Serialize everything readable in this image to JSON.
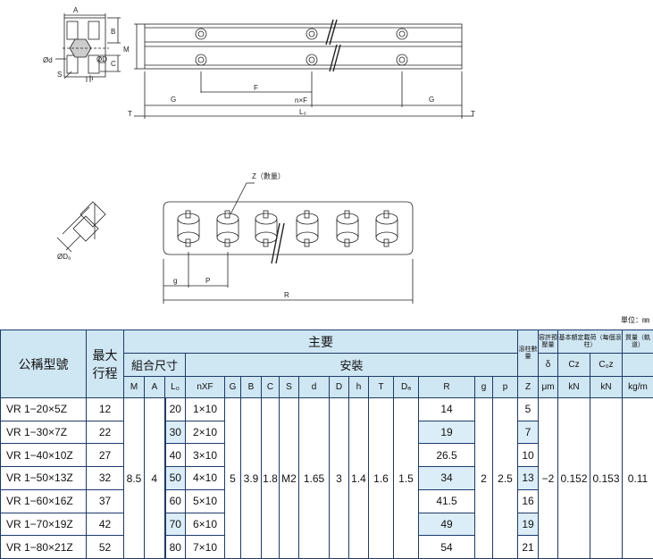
{
  "drawing": {
    "labels": {
      "A": "A",
      "B": "B",
      "C": "C",
      "M": "M",
      "d": "Ød",
      "D": "ØD",
      "S": "S",
      "h": "h",
      "G": "G",
      "F": "F",
      "nF": "n×F",
      "L0": "L₀",
      "T": "T",
      "Z": "Z（數量）",
      "Da": "ØDₐ",
      "g": "g",
      "P": "P",
      "R": "R"
    }
  },
  "unit_note": "單位：㎜",
  "table": {
    "h_model": "公稱型號",
    "h_stroke": "最大行程",
    "h_main": "主要",
    "h_assembly": "組合尺寸",
    "h_install": "安裝",
    "h_rollers": "滾柱數量",
    "h_preload": "容許預壓量",
    "h_load": "基本額定載荷（每個滾柱）",
    "h_mass": "質量（軌道）",
    "cols": [
      "M",
      "A",
      "L₀",
      "nXF",
      "G",
      "B",
      "C",
      "S",
      "d",
      "D",
      "h",
      "T",
      "Dₐ",
      "R",
      "g",
      "p",
      "Z",
      "δ",
      "Cz",
      "C₀z"
    ],
    "units": {
      "delta": "μm",
      "cz": "kN",
      "c0z": "kN",
      "mass": "kg/m"
    },
    "rows": [
      {
        "model": "VR 1−20×5Z",
        "stroke": "12",
        "L0": "20",
        "nXF": "1×10",
        "R": "14",
        "Z": "5"
      },
      {
        "model": "VR 1−30×7Z",
        "stroke": "22",
        "L0": "30",
        "nXF": "2×10",
        "R": "19",
        "Z": "7"
      },
      {
        "model": "VR 1−40×10Z",
        "stroke": "27",
        "L0": "40",
        "nXF": "3×10",
        "R": "26.5",
        "Z": "10"
      },
      {
        "model": "VR 1−50×13Z",
        "stroke": "32",
        "L0": "50",
        "nXF": "4×10",
        "R": "34",
        "Z": "13"
      },
      {
        "model": "VR 1−60×16Z",
        "stroke": "37",
        "L0": "60",
        "nXF": "5×10",
        "R": "41.5",
        "Z": "16"
      },
      {
        "model": "VR 1−70×19Z",
        "stroke": "42",
        "L0": "70",
        "nXF": "6×10",
        "R": "49",
        "Z": "19"
      },
      {
        "model": "VR 1−80×21Z",
        "stroke": "52",
        "L0": "80",
        "nXF": "7×10",
        "R": "54",
        "Z": "21"
      }
    ],
    "shared": {
      "M": "8.5",
      "A": "4",
      "G": "5",
      "B": "3.9",
      "C": "1.8",
      "S": "M2",
      "d": "1.65",
      "D": "3",
      "h": "1.4",
      "T": "1.6",
      "Da": "1.5",
      "g": "2",
      "p": "2.5",
      "delta": "−2",
      "cz": "0.152",
      "c0z": "0.153",
      "mass": "0.11"
    }
  },
  "colors": {
    "header_fill": "#cfe6f3",
    "highlight_fill": "#dbeef8",
    "rule": "#1d3a6b"
  }
}
